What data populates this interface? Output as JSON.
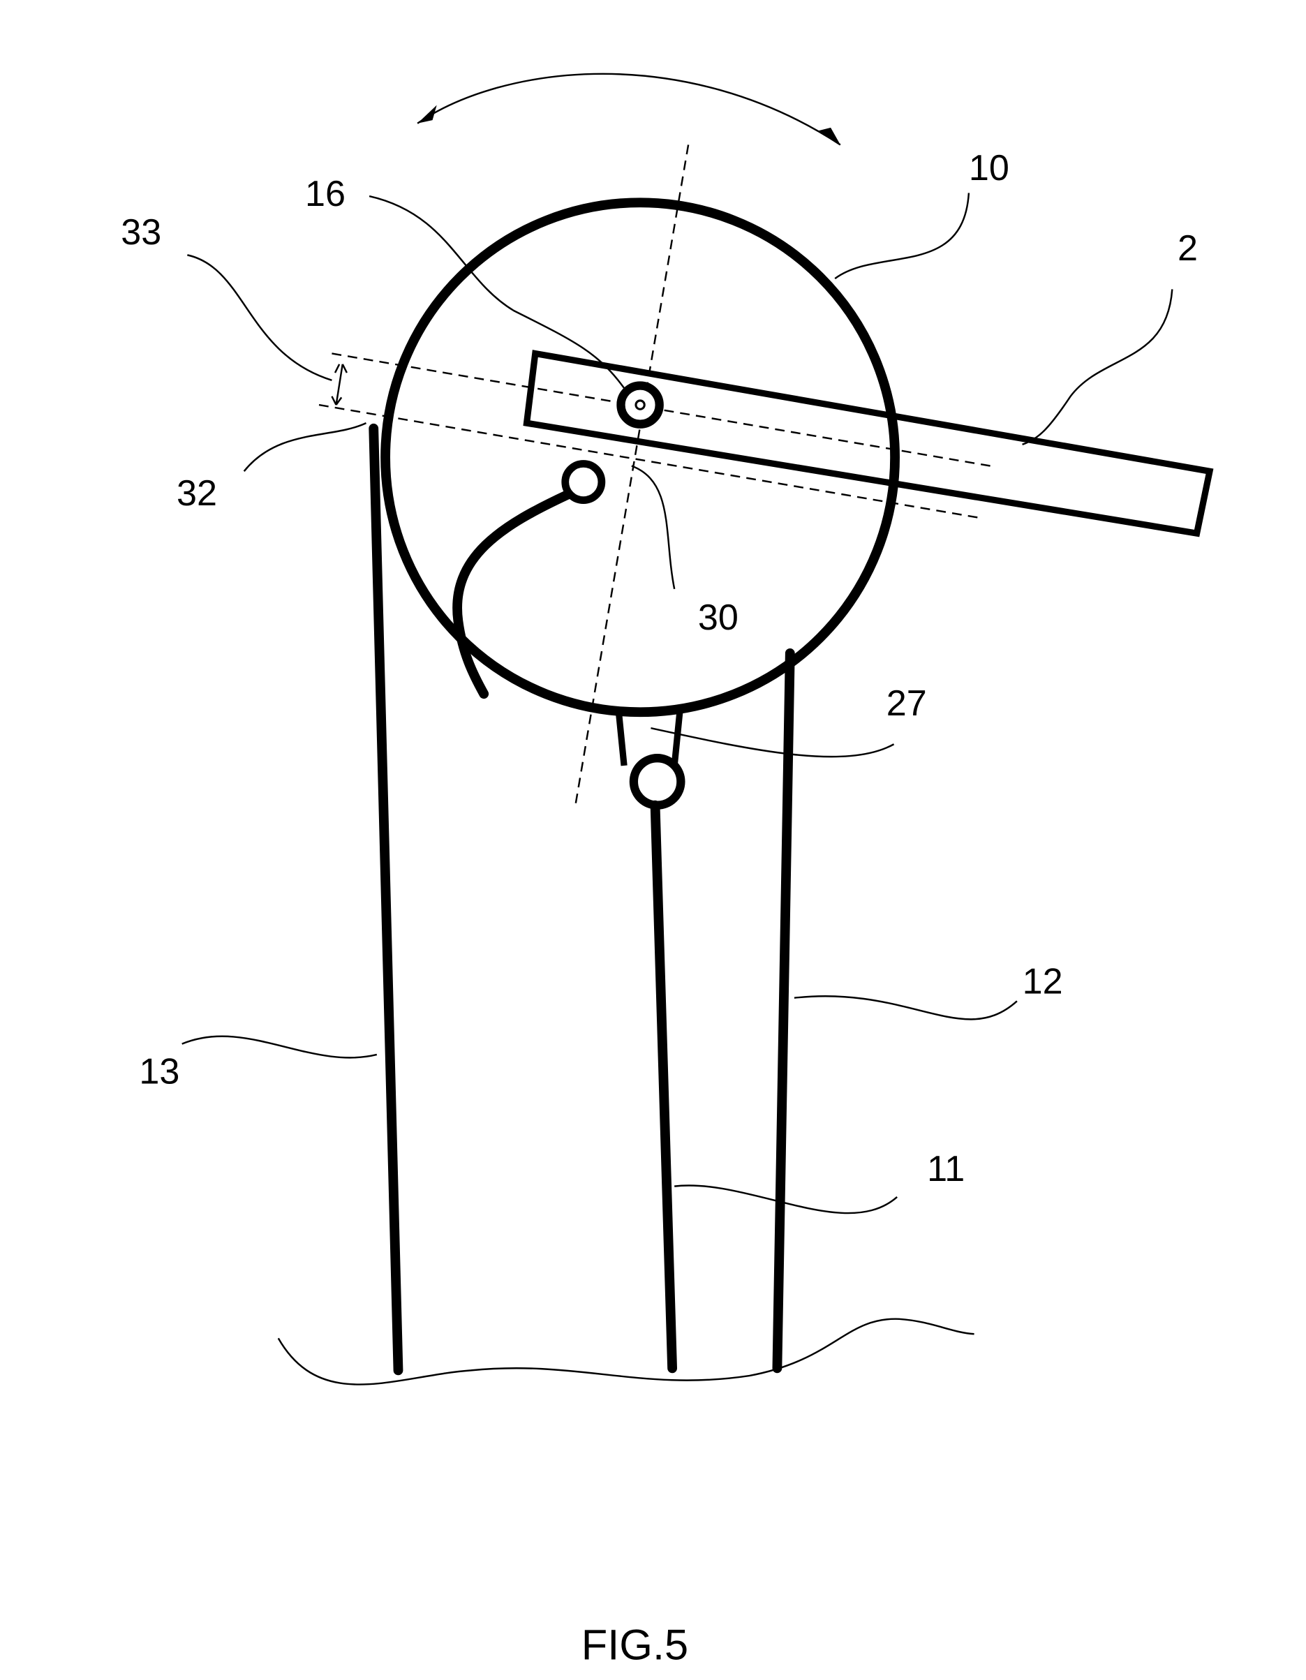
{
  "figure": {
    "caption": "FIG.5",
    "labels": {
      "arm": "2",
      "wheel": "10",
      "line_center": "11",
      "line_right": "12",
      "line_left": "13",
      "pivot": "16",
      "link": "27",
      "axis": "30",
      "offset_line": "32",
      "offset": "33"
    }
  }
}
